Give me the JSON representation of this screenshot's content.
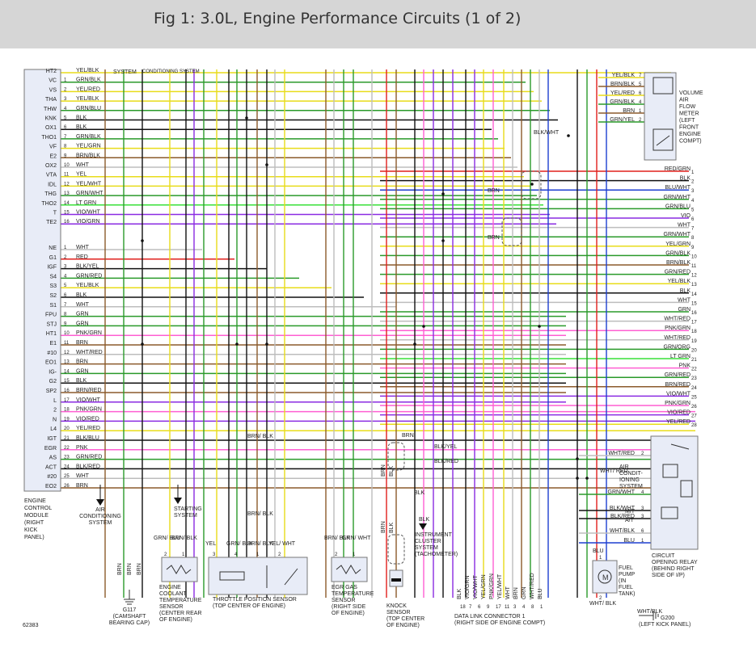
{
  "title": "Fig 1: 3.0L, Engine Performance Circuits (1 of 2)",
  "colors": {
    "header_bg": "#d6d6d6",
    "wire_map": {
      "RED": "#e0201c",
      "GRN": "#2a9a2a",
      "BLU": "#1d3fd0",
      "YEL": "#e8dc1a",
      "BLK": "#111111",
      "WHT": "#bdbdbd",
      "VIO": "#8a2be2",
      "PNK": "#ff5fd2",
      "BRN": "#8b5a2b",
      "ORG": "#ff9a00",
      "LT GRN": "#39e039"
    }
  },
  "ecm": {
    "label": "ENGINE CONTROL MODULE (RIGHT KICK PANEL)",
    "label_lines": [
      "ENGINE",
      "CONTROL",
      "MODULE",
      "(RIGHT",
      "KICK",
      "PANEL)"
    ],
    "terminals_upper": [
      "HT2",
      "VC",
      "VS",
      "THA",
      "THW",
      "KNK",
      "OX1",
      "THO1",
      "VF",
      "E2",
      "OX2",
      "VTA",
      "IDL",
      "THG",
      "THO2",
      "T",
      "TE2"
    ],
    "terminals_lower": [
      "NE",
      "G1",
      "IGF",
      "S4",
      "S3",
      "S2",
      "S1",
      "FPU",
      "STJ",
      "HT1",
      "E1",
      "#10",
      "EO1",
      "IG-",
      "G2",
      "SP2",
      "L",
      "2",
      "N",
      "L4",
      "IGT",
      "EGR",
      "AS",
      "ACT",
      "#20",
      "EO2"
    ],
    "wires_upper": [
      {
        "pin": "",
        "color": "YEL/BLK"
      },
      {
        "pin": "1",
        "color": "GRN/BLK"
      },
      {
        "pin": "2",
        "color": "YEL/RED"
      },
      {
        "pin": "3",
        "color": "YEL/BLK"
      },
      {
        "pin": "4",
        "color": "GRN/BLU"
      },
      {
        "pin": "5",
        "color": "BLK"
      },
      {
        "pin": "6",
        "color": "BLK"
      },
      {
        "pin": "7",
        "color": "GRN/BLK"
      },
      {
        "pin": "8",
        "color": "YEL/GRN"
      },
      {
        "pin": "9",
        "color": "BRN/BLK"
      },
      {
        "pin": "10",
        "color": "WHT"
      },
      {
        "pin": "11",
        "color": "YEL"
      },
      {
        "pin": "12",
        "color": "YEL/WHT"
      },
      {
        "pin": "13",
        "color": "GRN/WHT"
      },
      {
        "pin": "14",
        "color": "LT GRN"
      },
      {
        "pin": "15",
        "color": "VIO/WHT"
      },
      {
        "pin": "16",
        "color": "VIO/GRN"
      }
    ],
    "wires_lower": [
      {
        "pin": "1",
        "color": "WHT"
      },
      {
        "pin": "2",
        "color": "RED"
      },
      {
        "pin": "3",
        "color": "BLK/YEL"
      },
      {
        "pin": "4",
        "color": "GRN/RED"
      },
      {
        "pin": "5",
        "color": "YEL/BLK"
      },
      {
        "pin": "6",
        "color": "BLK"
      },
      {
        "pin": "7",
        "color": "WHT"
      },
      {
        "pin": "8",
        "color": "GRN"
      },
      {
        "pin": "9",
        "color": "GRN"
      },
      {
        "pin": "10",
        "color": "PNK/GRN"
      },
      {
        "pin": "11",
        "color": "BRN"
      },
      {
        "pin": "12",
        "color": "WHT/RED"
      },
      {
        "pin": "13",
        "color": "BRN"
      },
      {
        "pin": "14",
        "color": "GRN"
      },
      {
        "pin": "15",
        "color": "BLK"
      },
      {
        "pin": "16",
        "color": "BRN/RED"
      },
      {
        "pin": "17",
        "color": "VIO/WHT"
      },
      {
        "pin": "18",
        "color": "PNK/GRN"
      },
      {
        "pin": "19",
        "color": "VIO/RED"
      },
      {
        "pin": "20",
        "color": "YEL/RED"
      },
      {
        "pin": "21",
        "color": "BLK/BLU"
      },
      {
        "pin": "22",
        "color": "PNK"
      },
      {
        "pin": "23",
        "color": "GRN/RED"
      },
      {
        "pin": "24",
        "color": "BLK/RED"
      },
      {
        "pin": "25",
        "color": "WHT"
      },
      {
        "pin": "26",
        "color": "BRN"
      }
    ]
  },
  "right_connector": {
    "wires": [
      {
        "pin": "1",
        "color": "RED/GRN"
      },
      {
        "pin": "2",
        "color": "BLK"
      },
      {
        "pin": "3",
        "color": "BLU/WHT"
      },
      {
        "pin": "4",
        "color": "GRN/WHT"
      },
      {
        "pin": "5",
        "color": "GRN/BLU"
      },
      {
        "pin": "6",
        "color": "VIO"
      },
      {
        "pin": "7",
        "color": "WHT"
      },
      {
        "pin": "8",
        "color": "GRN/WHT"
      },
      {
        "pin": "9",
        "color": "YEL/GRN"
      },
      {
        "pin": "10",
        "color": "GRN/BLK"
      },
      {
        "pin": "11",
        "color": "BRN/BLK"
      },
      {
        "pin": "12",
        "color": "GRN/RED"
      },
      {
        "pin": "13",
        "color": "YEL/BLK"
      },
      {
        "pin": "14",
        "color": "BLK"
      },
      {
        "pin": "15",
        "color": "WHT"
      },
      {
        "pin": "16",
        "color": "GRN"
      },
      {
        "pin": "17",
        "color": "WHT/RED"
      },
      {
        "pin": "18",
        "color": "PNK/GRN"
      },
      {
        "pin": "19",
        "color": "WHT/RED"
      },
      {
        "pin": "20",
        "color": "GRN/ORG"
      },
      {
        "pin": "21",
        "color": "LT GRN"
      },
      {
        "pin": "22",
        "color": "PNK"
      },
      {
        "pin": "23",
        "color": "GRN/RED"
      },
      {
        "pin": "24",
        "color": "BRN/RED"
      },
      {
        "pin": "25",
        "color": "VIO/WHT"
      },
      {
        "pin": "26",
        "color": "PNK/GRN"
      },
      {
        "pin": "27",
        "color": "VIO/RED"
      },
      {
        "pin": "28",
        "color": "YEL/RED"
      }
    ]
  },
  "maf": {
    "label_lines": [
      "VOLUME",
      "AIR",
      "FLOW",
      "METER",
      "(LEFT",
      "FRONT",
      "ENGINE",
      "COMPT)"
    ],
    "wires": [
      {
        "pin": "7",
        "color": "YEL/BLK"
      },
      {
        "pin": "5",
        "color": "BRN/BLK"
      },
      {
        "pin": "6",
        "color": "YEL/RED"
      },
      {
        "pin": "4",
        "color": "GRN/BLK"
      },
      {
        "pin": "1",
        "color": "BRN"
      },
      {
        "pin": "2",
        "color": "GRN/YEL"
      }
    ],
    "splice_label": "BLK/WHT"
  },
  "misc_labels": {
    "system": "SYSTEM",
    "conditioning_system": "CONDITIONING SYSTEM",
    "brn_a": "BRN",
    "brn_b": "BRN",
    "brn_blk": "BRN/ BLK",
    "brn_top": "BRN",
    "blk_yel": "BLK/YEL",
    "blk_red": "BLK/RED",
    "blk": "BLK",
    "blk2": "BLK",
    "brn_blk2": "BRN/ BLK",
    "figure_id": "62383"
  },
  "ac_system": {
    "label_lines": [
      "AIR",
      "CONDITIONING",
      "SYSTEM"
    ]
  },
  "starting_system": {
    "label_lines": [
      "STARTING",
      "SYSTEM"
    ]
  },
  "g117": {
    "label_lines": [
      "G117",
      "(CAMSHAFT",
      "BEARING CAP)"
    ]
  },
  "ect_sensor": {
    "label_lines": [
      "ENGINE",
      "COOLANT",
      "TEMPERATURE",
      "SENSOR",
      "(CENTER REAR",
      "OF ENGINE)"
    ],
    "wire_labels": [
      "GRN/ BLU",
      "BRN/ BLK"
    ],
    "pins": [
      "2",
      "1"
    ]
  },
  "tps": {
    "label_lines": [
      "THROTTLE POSITION SENSOR",
      "(TOP CENTER OF ENGINE)"
    ],
    "wire_labels": [
      "YEL",
      "GRN/ BLK",
      "BRN/ BLK",
      "YEL/ WHT"
    ],
    "pins": [
      "3",
      "4",
      "1",
      "2"
    ]
  },
  "egr_sensor": {
    "label_lines": [
      "EGR GAS",
      "TEMPERATURE",
      "SENSOR",
      "(RIGHT SIDE",
      "OF ENGINE)"
    ],
    "wire_labels": [
      "BRN/ BLK",
      "GRN/ WHT"
    ],
    "pins": [
      "2",
      "1"
    ]
  },
  "knock": {
    "label_lines": [
      "KNOCK",
      "SENSOR",
      "(TOP CENTER",
      "OF ENGINE)"
    ],
    "wire_labels": [
      "BRN",
      "BLK",
      "BRN",
      "BLK"
    ]
  },
  "cluster": {
    "label_lines": [
      "INSTRUMENT",
      "CLUSTER",
      "SYSTEM",
      "(TACHOMETER)"
    ]
  },
  "dlc": {
    "label_lines": [
      "DATA LINK CONNECTOR 1",
      "(RIGHT SIDE OF ENGINE COMPT)"
    ],
    "pins": [
      "18",
      "7",
      "6",
      "9",
      "17",
      "11",
      "3",
      "4",
      "8",
      "1"
    ],
    "wire_labels": [
      "BLK",
      "VIO/GRN",
      "VIO/WHT",
      "YEL/GRN",
      "PNK/GRN",
      "YEL/WHT",
      "WHT",
      "BRN",
      "GRN",
      "WHT/RED",
      "BLU"
    ]
  },
  "relay": {
    "label_lines": [
      "CIRCUIT",
      "OPENING RELAY",
      "(BEHIND RIGHT",
      "SIDE OF I/P)"
    ],
    "wires": [
      {
        "label": "WHT/RED",
        "pin": "2"
      },
      {
        "label": "GRN/WHT",
        "pin": "4"
      },
      {
        "label": "BLK/WHT",
        "pin": "3"
      },
      {
        "label": "BLK/RED",
        "pin": "3"
      },
      {
        "label": "WHT/BLK",
        "pin": "6"
      },
      {
        "label": "BLU",
        "pin": "1"
      }
    ],
    "mt": "M/T",
    "at": "A/T",
    "ac_label_lines": [
      "AIR",
      "CONDIT-",
      "IONING",
      "SYSTEM"
    ],
    "wht_red": "WHT/ RED"
  },
  "fuel_pump": {
    "label_lines": [
      "FUEL",
      "PUMP",
      "(IN",
      "FUEL",
      "TANK)"
    ],
    "wire_labels": [
      "BLU",
      "WHT/ BLK"
    ],
    "pins": [
      "1",
      "2"
    ]
  },
  "g200": {
    "label": "G200",
    "sub": "(LEFT KICK PANEL)",
    "wire": "WHT/BLK"
  }
}
